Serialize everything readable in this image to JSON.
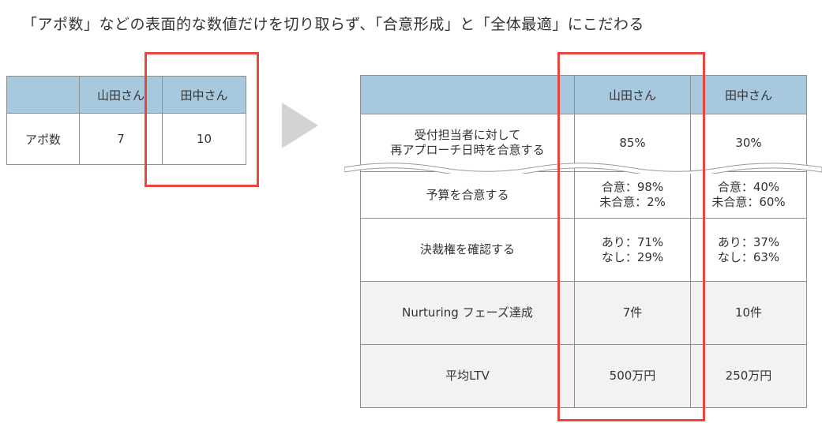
{
  "title": "「アポ数」などの表面的な数値だけを切り取らず、「合意形成」と「全体最適」にこだわる",
  "small_table": {
    "headers": [
      "",
      "山田さん",
      "田中さん"
    ],
    "row": {
      "label": "アポ数",
      "yamada": "7",
      "tanaka": "10"
    }
  },
  "big_table": {
    "headers": [
      "",
      "山田さん",
      "田中さん"
    ],
    "rows": [
      {
        "label": [
          "受付担当者に対して",
          "再アプローチ日時を合意する"
        ],
        "yamada": [
          "85%"
        ],
        "tanaka": [
          "30%"
        ]
      },
      {
        "label": [
          "予算を合意する"
        ],
        "yamada": [
          "合意：98%",
          "未合意：2%"
        ],
        "tanaka": [
          "合意：40%",
          "未合意：60%"
        ]
      },
      {
        "label": [
          "決裁権を確認する"
        ],
        "yamada": [
          "あり：71%",
          "なし：29%"
        ],
        "tanaka": [
          "あり：37%",
          "なし：63%"
        ]
      },
      {
        "label": [
          "Nurturing フェーズ達成"
        ],
        "yamada": [
          "7件"
        ],
        "tanaka": [
          "10件"
        ]
      },
      {
        "label": [
          "平均LTV"
        ],
        "yamada": [
          "500万円"
        ],
        "tanaka": [
          "250万円"
        ]
      }
    ]
  },
  "colors": {
    "header_bg": "#a8c8de",
    "highlight": "#e8463a",
    "arrow": "#d3d3d3",
    "gray_row": "#f2f2f2"
  }
}
